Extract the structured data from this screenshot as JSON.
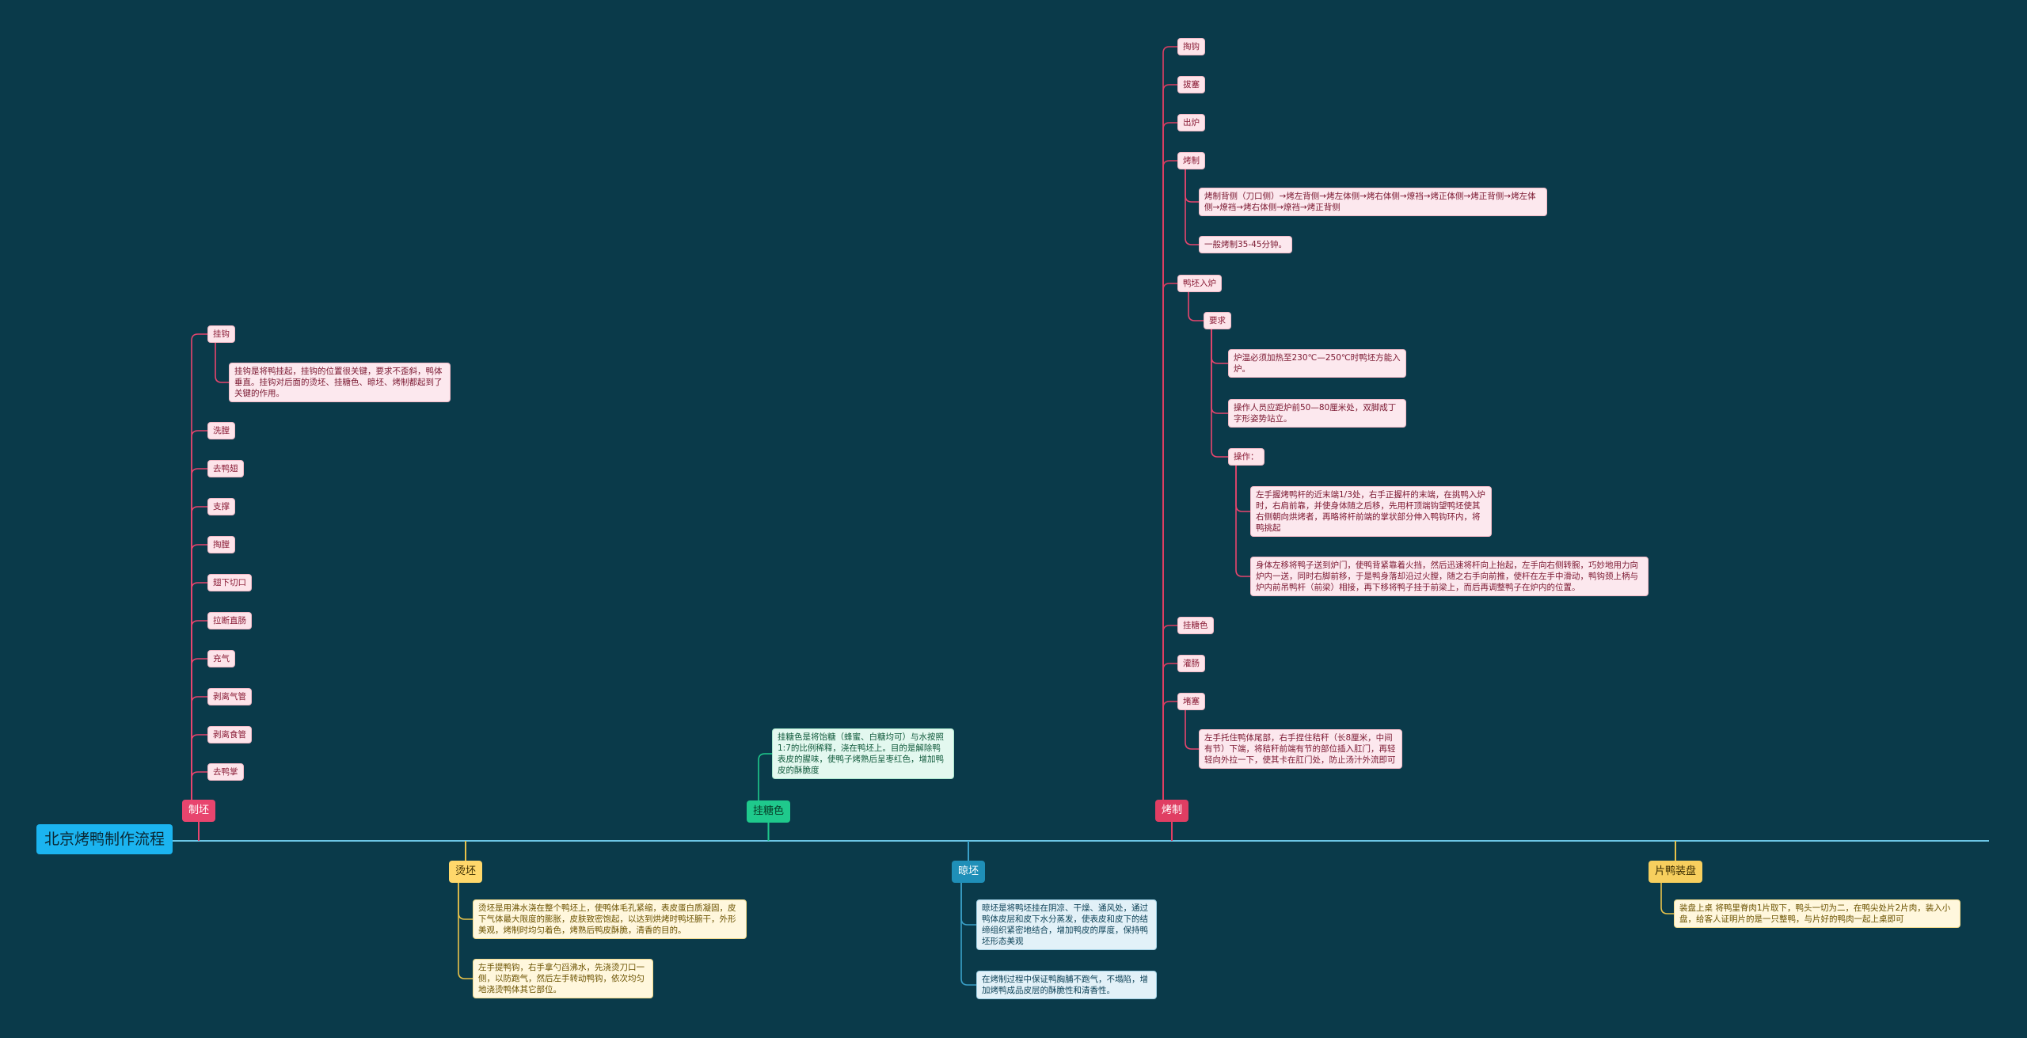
{
  "root": {
    "title": "北京烤鸭制作流程"
  },
  "colors": {
    "background": "#0a3a4a",
    "root": "#1bb4f0",
    "pink": "#e8456e",
    "yellow": "#ffd86b",
    "green": "#1fc98c",
    "blue": "#1f8fb8"
  },
  "branches": {
    "zhipi": {
      "label": "制坯",
      "items": [
        "挂钩",
        "挂钩是将鸭挂起，挂钩的位置很关键，要求不歪斜，鸭体垂直。挂钩对后面的烫坯、挂糖色、晾坯、烤制都起到了关键的作用。",
        "洗膛",
        "去鸭翅",
        "支撑",
        "掏膛",
        "翅下切口",
        "拉断直肠",
        "充气",
        "剥离气管",
        "剥离食管",
        "去鸭掌"
      ]
    },
    "tangpi": {
      "label": "烫坯",
      "items": [
        "烫坯是用沸水浇在整个鸭坯上，使鸭体毛孔紧缩，表皮蛋白质凝固，皮下气体最大限度的膨胀，皮肤致密饱起，以达到烘烤时鸭坯腑干，外形美观，烤制时均匀着色，烤熟后鸭皮酥脆，清香的目的。",
        "左手提鸭钩，右手拿勺舀沸水，先浇烫刀口一侧，以防跑气，然后左手转动鸭钩，依次均匀地浇烫鸭体其它部位。"
      ]
    },
    "guatangse": {
      "label": "挂糖色",
      "items": [
        "挂糖色是将饴糖（蜂蜜、白糖均可）与水按照1:7的比例稀释，浇在鸭坯上。目的是解除鸭表皮的腥味，使鸭子烤熟后呈枣红色，增加鸭皮的酥脆度"
      ]
    },
    "liangpi": {
      "label": "晾坯",
      "items": [
        "晾坯是将鸭坯挂在阴凉、干燥、通风处，通过鸭体皮层和皮下水分蒸发，使表皮和皮下的结缔组织紧密地结合，增加鸭皮的厚度，保持鸭坯形态美观",
        "在烤制过程中保证鸭胸脯不跑气，不塌陷，增加烤鸭成品皮层的酥脆性和清香性。"
      ]
    },
    "kaozhi": {
      "label": "烤制",
      "items": [
        "掏钩",
        "拔塞",
        "出炉",
        "烤制",
        "烤制背侧（刀口侧）→烤左背侧→烤左体侧→烤右体侧→燎裆→烤正体侧→烤正背侧→烤左体侧→燎裆→烤右体侧→燎裆→烤正背侧",
        "一般烤制35-45分钟。",
        "鸭坯入炉",
        "要求",
        "炉温必须加热至230℃—250℃时鸭坯方能入炉。",
        "操作人员应距炉前50—80厘米处，双脚成丁字形姿势站立。",
        "操作：",
        "左手握烤鸭杆的近末端1/3处，右手正握杆的末端，在挑鸭入炉时，右肩前靠，并使身体随之后移，先用杆顶端钩望鸭坯使其右侧朝向烘烤者，再略将杆前端的掌状部分伸入鸭钩环内，将鸭挑起",
        "身体左移将鸭子送到炉门，使鸭背紧靠着火挡，然后迅速将杆向上抬起，左手向右侧转腕，巧妙地用力向炉内一送，同时右脚前移，于是鸭身落却沿过火膛，随之右手向前推，使杆在左手中滑动，鸭钩颈上柄与炉内前吊鸭杆（前梁）相接，再下移将鸭子挂于前梁上，而后再调整鸭子在炉内的位置。",
        "挂糖色",
        "灌肠",
        "堵塞",
        "左手托住鸭体尾部，右手捏住秸秆（长8厘米，中间有节）下端，将秸秆前端有节的部位插入肛门，再轻轻向外拉一下，使其卡在肛门处，防止汤汁外流即可"
      ]
    },
    "pianya": {
      "label": "片鸭装盘",
      "items": [
        "装盘上桌 将鸭里脊肉1片取下，鸭头一切为二，在鸭尖处片2片肉，装入小盘，给客人证明片的是一只整鸭，与片好的鸭肉一起上桌即可"
      ]
    }
  }
}
